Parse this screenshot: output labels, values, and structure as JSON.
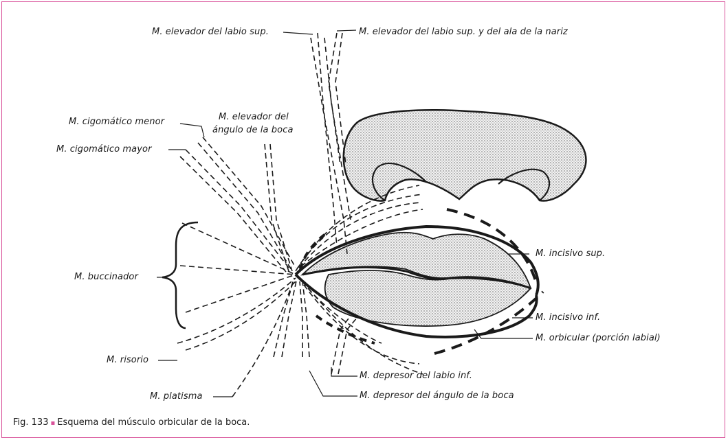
{
  "labels": {
    "elevador_labio_sup": "M. elevador del labio sup.",
    "elevador_labio_ala_nariz": "M. elevador del labio sup. y del ala de la nariz",
    "cigomatico_menor": "M. cigomático menor",
    "elevador_angulo_l1": "M. elevador del",
    "elevador_angulo_l2": "ángulo de la boca",
    "cigomatico_mayor": "M. cigomático mayor",
    "buccinador": "M. buccinador",
    "incisivo_sup": "M. incisivo sup.",
    "incisivo_inf": "M. incisivo inf.",
    "orbicular": "M. orbicular (porción labial)",
    "risorio": "M. risorio",
    "depresor_labio_inf": "M. depresor del labio inf.",
    "platisma": "M. platisma",
    "depresor_angulo": "M. depresor del ángulo de la boca"
  },
  "caption": {
    "figure_number": "Fig. 133",
    "separator": "▪",
    "text": "Esquema del músculo orbicular de la boca."
  },
  "colors": {
    "frame": "#d9529a",
    "line": "#1a1a1a",
    "stipple": "#9a9a9a"
  }
}
